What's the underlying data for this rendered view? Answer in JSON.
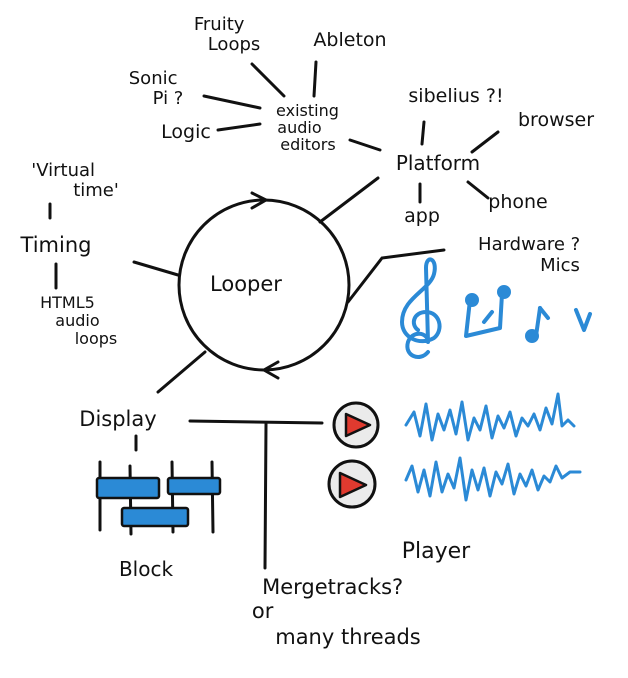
{
  "center": {
    "label": "Looper"
  },
  "editors": {
    "hub": [
      "existing",
      "audio",
      "editors"
    ],
    "items": [
      {
        "lines": [
          "Fruity",
          "Loops"
        ]
      },
      {
        "lines": [
          "Ableton"
        ]
      },
      {
        "lines": [
          "Sonic",
          "Pi ?"
        ]
      },
      {
        "lines": [
          "Logic"
        ]
      }
    ]
  },
  "platform": {
    "label": "Platform",
    "items": [
      {
        "lines": [
          "sibelius ?!"
        ]
      },
      {
        "lines": [
          "browser"
        ]
      },
      {
        "lines": [
          "app"
        ]
      },
      {
        "lines": [
          "phone"
        ]
      }
    ]
  },
  "hardware": {
    "lines": [
      "Hardware ?",
      "Mics"
    ]
  },
  "timing": {
    "label": "Timing",
    "virtual_time": [
      "'Virtual",
      "time'"
    ],
    "html5": [
      "HTML5",
      "audio",
      "loops"
    ]
  },
  "display": {
    "label": "Display",
    "block": "Block"
  },
  "merge": [
    "Mergetracks?",
    "or",
    "many threads"
  ],
  "player": "Player",
  "colors": {
    "ink": "#111111",
    "accent": "#2b8ad6",
    "play": "#e03a2f",
    "button_fill": "#ebebeb"
  },
  "icons": [
    "treble-clef-icon",
    "music-notes-icon",
    "play-button-icon",
    "waveform-icon"
  ]
}
